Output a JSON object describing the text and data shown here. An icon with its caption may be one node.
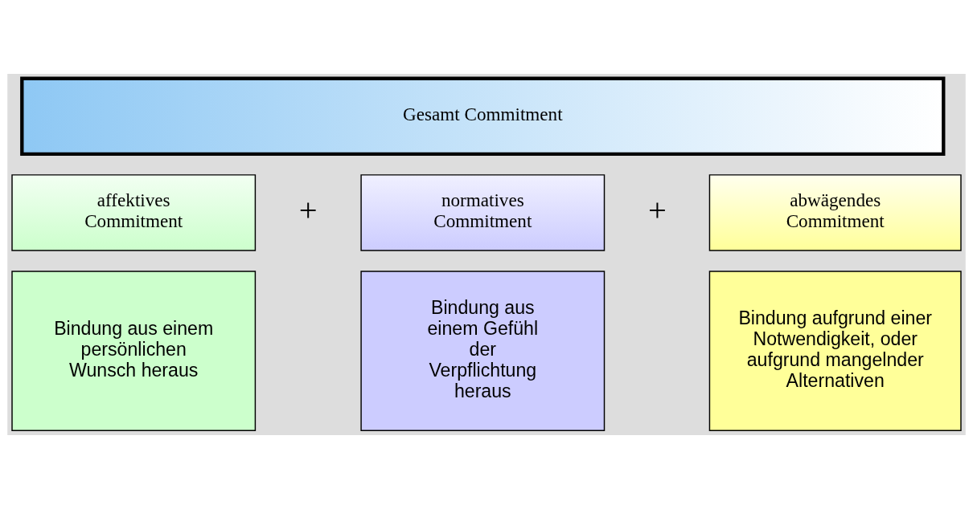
{
  "diagram": {
    "nodes": [
      {
        "text": [
          "Gesamt Commitment"
        ]
      },
      {
        "text": [
          "affektives Commitment"
        ]
      },
      {
        "text": [
          "Bindung aus einem persönlichen Wunsch heraus"
        ]
      },
      {
        "text": [
          "normatives Commitment"
        ]
      },
      {
        "text": [
          "Bindung aus einem Gefühl der Verpflichtung heraus"
        ]
      },
      {
        "text": [
          "abwägendes Commitment"
        ]
      },
      {
        "text": [
          "Bindung aufgrund einer Notwendigkeit, oder aufgrund mangelnder Alternativen"
        ]
      }
    ],
    "edges": [],
    "labels": [
      "+",
      "+"
    ]
  }
}
